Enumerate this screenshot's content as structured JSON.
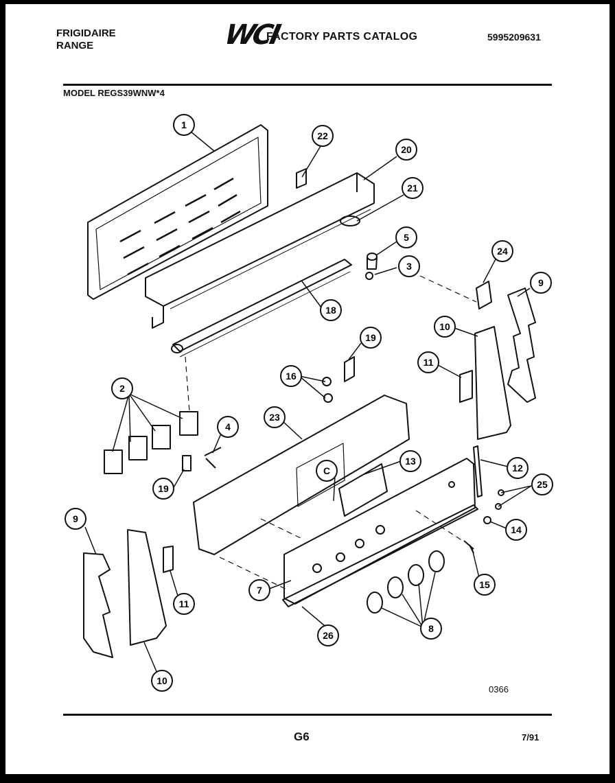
{
  "header": {
    "brand_line1": "FRIGIDAIRE",
    "brand_line2": "RANGE",
    "logo": "WCI",
    "catalog_title": "FACTORY PARTS CATALOG",
    "part_number": "5995209631",
    "model": "MODEL REGS39WNW*4"
  },
  "callouts": [
    {
      "id": "1"
    },
    {
      "id": "22"
    },
    {
      "id": "20"
    },
    {
      "id": "21"
    },
    {
      "id": "5"
    },
    {
      "id": "3"
    },
    {
      "id": "18"
    },
    {
      "id": "24"
    },
    {
      "id": "9"
    },
    {
      "id": "10"
    },
    {
      "id": "19"
    },
    {
      "id": "11"
    },
    {
      "id": "16"
    },
    {
      "id": "2"
    },
    {
      "id": "4"
    },
    {
      "id": "23"
    },
    {
      "id": "13"
    },
    {
      "id": "C"
    },
    {
      "id": "19"
    },
    {
      "id": "12"
    },
    {
      "id": "25"
    },
    {
      "id": "14"
    },
    {
      "id": "9"
    },
    {
      "id": "11"
    },
    {
      "id": "7"
    },
    {
      "id": "15"
    },
    {
      "id": "26"
    },
    {
      "id": "8"
    },
    {
      "id": "10"
    }
  ],
  "footer": {
    "drawing_number": "0366",
    "page_code": "G6",
    "date": "7/91"
  }
}
